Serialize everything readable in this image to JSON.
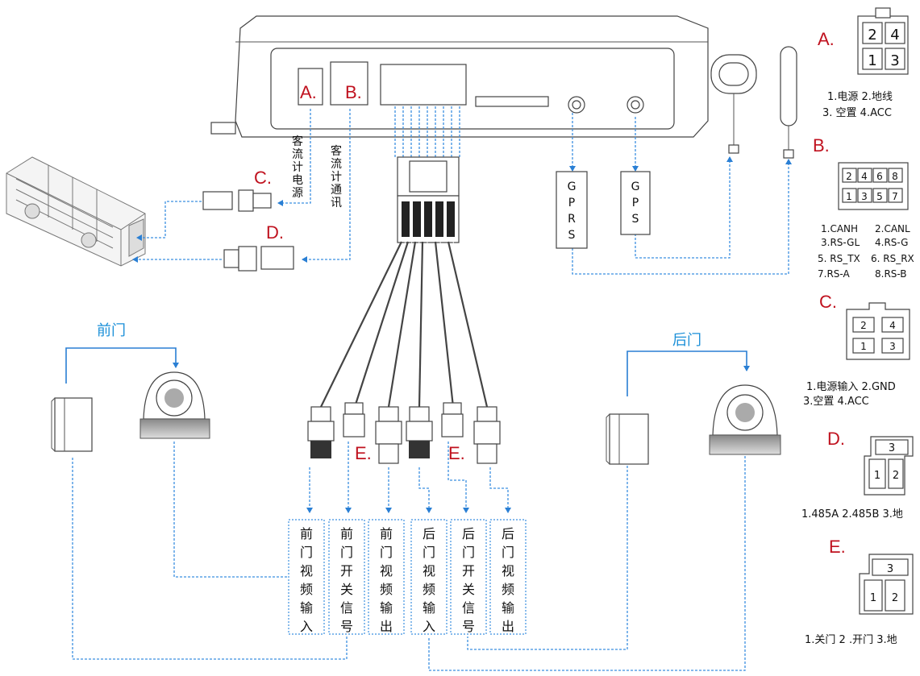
{
  "unit_ports": {
    "a": "A.",
    "b": "B."
  },
  "channels": {
    "counter_power": [
      "客",
      "流",
      "计",
      "电",
      "源"
    ],
    "counter_comm": [
      "客",
      "流",
      "计",
      "通",
      "讯"
    ],
    "gprs": [
      "G",
      "P",
      "R",
      "S"
    ],
    "gps": [
      "G",
      "P",
      "S"
    ]
  },
  "connector_labels": {
    "c": "C.",
    "d": "D.",
    "e1": "E.",
    "e2": "E."
  },
  "doors": {
    "front": "前门",
    "rear": "后门"
  },
  "outputs": [
    [
      "前",
      "门",
      "视",
      "频",
      "输",
      "入"
    ],
    [
      "前",
      "门",
      "开",
      "关",
      "信",
      "号"
    ],
    [
      "前",
      "门",
      "视",
      "频",
      "输",
      "出"
    ],
    [
      "后",
      "门",
      "视",
      "频",
      "输",
      "入"
    ],
    [
      "后",
      "门",
      "开",
      "关",
      "信",
      "号"
    ],
    [
      "后",
      "门",
      "视",
      "频",
      "输",
      "出"
    ]
  ],
  "legend": {
    "a": {
      "label": "A.",
      "pins": [
        "2",
        "4",
        "1",
        "3"
      ],
      "lines": [
        "1.电源  2.地线",
        "3. 空置    4.ACC"
      ]
    },
    "b": {
      "label": "B.",
      "pins_top": [
        "2",
        "4",
        "6",
        "8"
      ],
      "pins_bottom": [
        "1",
        "3",
        "5",
        "7"
      ],
      "lines": [
        "1.CANH",
        "2.CANL",
        "3.RS-GL",
        "4.RS-G",
        "5. RS_TX",
        "6. RS_RX",
        "7.RS-A",
        "8.RS-B"
      ]
    },
    "c": {
      "label": "C.",
      "pins": [
        "2",
        "4",
        "1",
        "3"
      ],
      "lines": [
        "1.电源输入   2.GND",
        "3.空置 4.ACC"
      ]
    },
    "d": {
      "label": "D.",
      "pins": [
        "3",
        "1",
        "2"
      ],
      "lines": [
        "1.485A   2.485B 3.地"
      ]
    },
    "e": {
      "label": "E.",
      "pins": [
        "3",
        "1",
        "2"
      ],
      "lines": [
        "1.关门    2 .开门  3.地"
      ]
    }
  }
}
